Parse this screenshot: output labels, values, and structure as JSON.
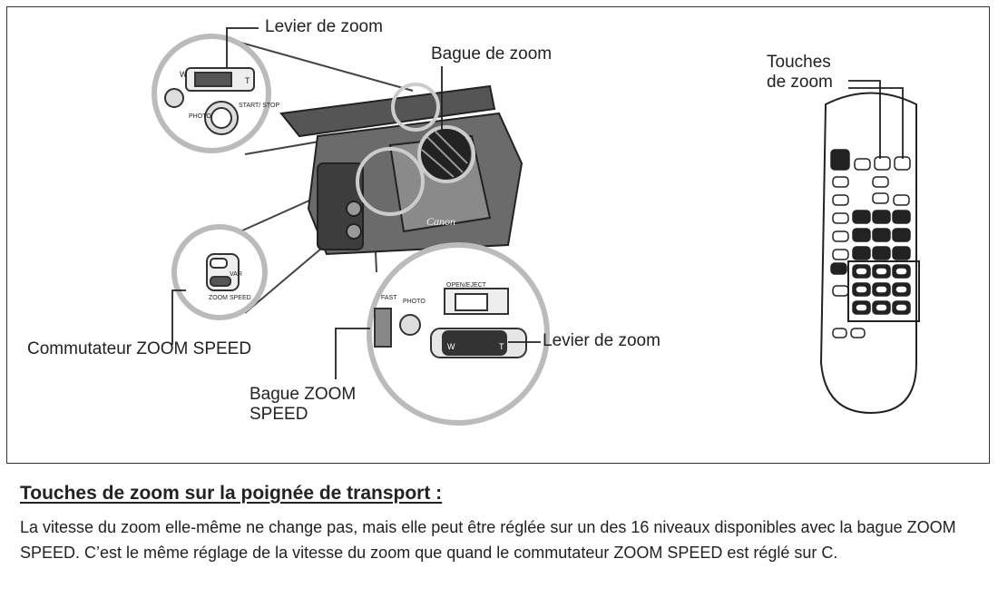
{
  "labels": {
    "zoom_lever_top": "Levier de zoom",
    "zoom_ring": "Bague de zoom",
    "remote_zoom_buttons_line1": "Touches",
    "remote_zoom_buttons_line2": "de zoom",
    "zoom_speed_switch": "Commutateur ZOOM SPEED",
    "zoom_lever_bottom": "Levier de zoom",
    "zoom_speed_ring_line1": "Bague ZOOM",
    "zoom_speed_ring_line2": "SPEED"
  },
  "device_text": {
    "zoom_w": "W",
    "zoom_t": "T",
    "photo": "PHOTO",
    "start_stop": "START/ STOP",
    "brand": "Canon",
    "open_eject": "OPEN/EJECT",
    "fast": "FAST",
    "var": "VAR",
    "zoom_speed": "ZOOM SPEED"
  },
  "section": {
    "heading": "Touches de zoom sur la poignée de transport :",
    "body": "La vitesse du zoom elle-même ne change pas, mais elle peut être réglée sur un des 16 niveaux disponibles avec la bague ZOOM SPEED. C’est le même réglage de la vitesse du zoom que quand le commutateur ZOOM SPEED est réglé sur C."
  }
}
